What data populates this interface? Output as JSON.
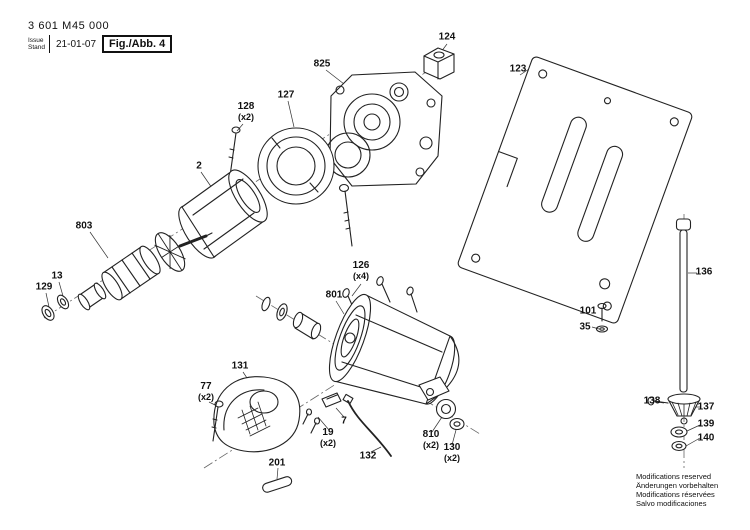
{
  "header": {
    "part_number": "3 601 M45 000",
    "issue_label": "Issue",
    "stand_label": "Stand",
    "date": "21-01-07",
    "figure_label": "Fig./Abb. 4"
  },
  "footer": {
    "line1": "Modifications reserved",
    "line2": "Änderungen vorbehalten",
    "line3": "Modifications réservées",
    "line4": "Salvo modificaciones"
  },
  "colors": {
    "ink": "#1a1a1a",
    "background": "#ffffff"
  },
  "parts": {
    "p124": {
      "num": "124",
      "qty": ""
    },
    "p825": {
      "num": "825",
      "qty": ""
    },
    "p127": {
      "num": "127",
      "qty": ""
    },
    "p128": {
      "num": "128",
      "qty": "(x2)"
    },
    "p123": {
      "num": "123",
      "qty": ""
    },
    "p2": {
      "num": "2",
      "qty": ""
    },
    "p803": {
      "num": "803",
      "qty": ""
    },
    "p126": {
      "num": "126",
      "qty": "(x4)"
    },
    "p801": {
      "num": "801",
      "qty": ""
    },
    "p13": {
      "num": "13",
      "qty": ""
    },
    "p129": {
      "num": "129",
      "qty": ""
    },
    "p136": {
      "num": "136",
      "qty": ""
    },
    "p101": {
      "num": "101",
      "qty": ""
    },
    "p35": {
      "num": "35",
      "qty": ""
    },
    "p131": {
      "num": "131",
      "qty": ""
    },
    "p77": {
      "num": "77",
      "qty": "(x2)"
    },
    "p19": {
      "num": "19",
      "qty": "(x2)"
    },
    "p7": {
      "num": "7",
      "qty": ""
    },
    "p810": {
      "num": "810",
      "qty": "(x2)"
    },
    "p130": {
      "num": "130",
      "qty": "(x2)"
    },
    "p132": {
      "num": "132",
      "qty": ""
    },
    "p201": {
      "num": "201",
      "qty": ""
    },
    "p138": {
      "num": "138",
      "qty": ""
    },
    "p137": {
      "num": "137",
      "qty": ""
    },
    "p139": {
      "num": "139",
      "qty": ""
    },
    "p140": {
      "num": "140",
      "qty": ""
    }
  }
}
